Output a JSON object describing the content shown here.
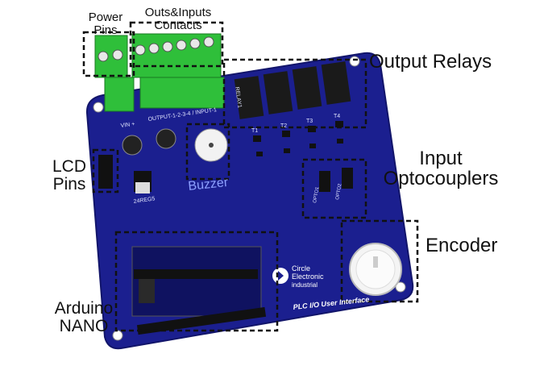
{
  "labels": {
    "power_pins_1": "Power",
    "power_pins_2": "Pins",
    "outs_inputs_1": "Outs&Inputs",
    "outs_inputs_2": "Contacts",
    "output_relays": "Output Relays",
    "lcd_1": "LCD",
    "lcd_2": "Pins",
    "input_opto_1": "Input",
    "input_opto_2": "Optocouplers",
    "encoder": "Encoder",
    "arduino_1": "Arduino",
    "arduino_2": "NANO",
    "buzzer": "Buzzer"
  },
  "board_text": {
    "logo_1": "Circle",
    "logo_2": "Electronic",
    "logo_3": "industrial",
    "footer": "PLC I/O User Interface",
    "vin": "VIN +",
    "output_input": "OUTPUT-1-2-3-4 / INPUT-1",
    "regulator": "24REG5",
    "relay_silk": "RELAY1",
    "t1": "T1",
    "t2": "T2",
    "t3": "T3",
    "t4": "T4",
    "opto1": "OPTO1",
    "opto2": "OPTO2"
  },
  "colors": {
    "board": "#1b1f8f",
    "board_edge": "#12156a",
    "terminal": "#2fbf3a",
    "relay": "#1a1a1a",
    "dashed": "#111111"
  }
}
